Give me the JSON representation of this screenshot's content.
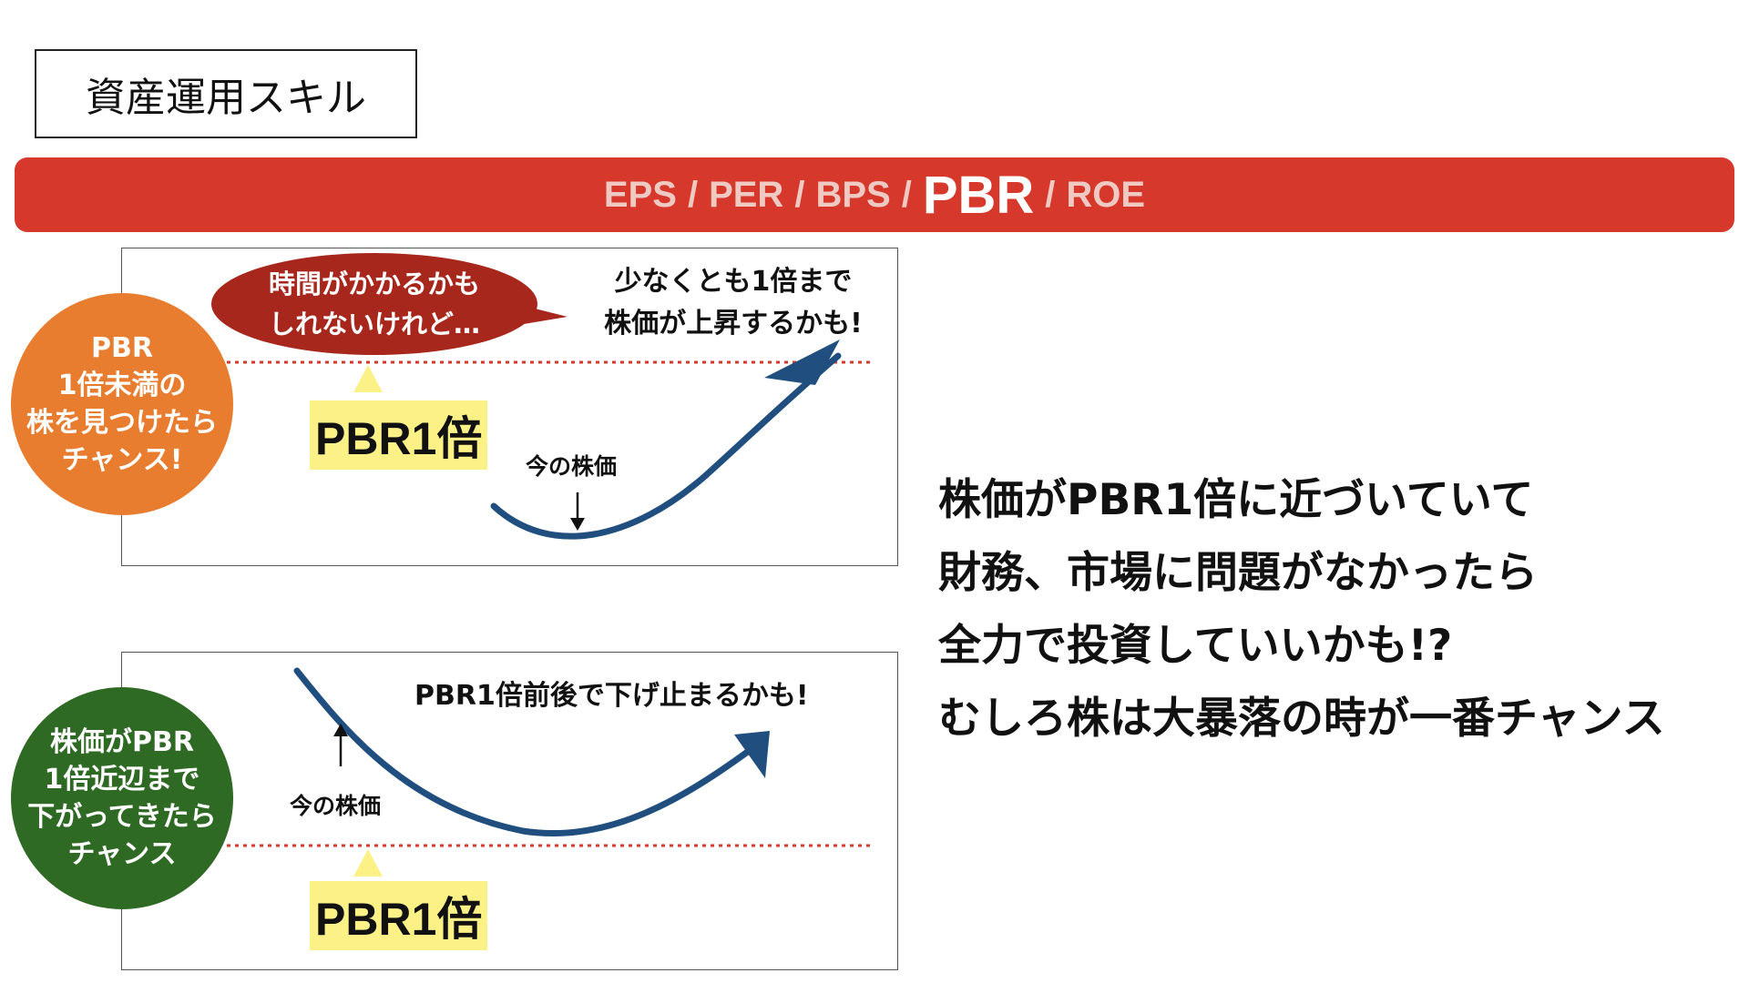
{
  "title": "資産運用スキル",
  "metrics": {
    "eps": "EPS",
    "per": "PER",
    "bps": "BPS",
    "pbr": "PBR",
    "roe": "ROE",
    "separator": "/"
  },
  "panel_top": {
    "circle_text": "PBR\n1倍未満の\n株を見つけたら\nチャンス!",
    "bubble_text": "時間がかかるかも\nしれないけれど…",
    "note": "少なくとも1倍まで\n株価が上昇するかも!",
    "pbr_label": "PBR1倍",
    "price_label": "今の株価"
  },
  "panel_bottom": {
    "circle_text": "株価がPBR\n1倍近辺まで\n下がってきたら\nチャンス",
    "note": "PBR1倍前後で下げ止まるかも!",
    "pbr_label": "PBR1倍",
    "price_label": "今の株価"
  },
  "main_text": [
    "株価がPBR1倍に近づいていて",
    "財務、市場に問題がなかったら",
    "全力で投資していいかも!?",
    "むしろ株は大暴落の時が一番チャンス"
  ],
  "colors": {
    "accent_bar": "#d6392b",
    "orange": "#e87c2f",
    "green": "#2e6a24",
    "bubble": "#a7271c",
    "curve": "#1f4e7f",
    "dotted_line": "#d6392b",
    "highlight": "#fbf187"
  }
}
